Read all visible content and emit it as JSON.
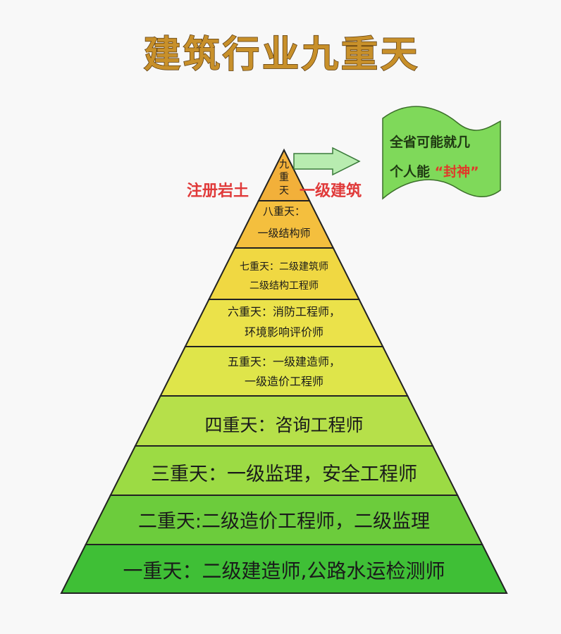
{
  "title": "建筑行业九重天",
  "side_labels": {
    "left": "注册岩土",
    "right": "一级建筑"
  },
  "flag": {
    "line1": "全省可能就几",
    "line2_prefix": "个人能 ",
    "line2_highlight": "“封神”"
  },
  "levels": [
    {
      "lines": [
        "九",
        "重",
        "天"
      ],
      "color": "#f2b03a"
    },
    {
      "lines": [
        "八重天：",
        "一级结构师"
      ],
      "color": "#f4bf3e"
    },
    {
      "lines": [
        "七重天：二级建筑师",
        "二级结构工程师"
      ],
      "color": "#f0d842"
    },
    {
      "lines": [
        "六重天：消防工程师，",
        "环境影响评价师"
      ],
      "color": "#ebe24a"
    },
    {
      "lines": [
        "五重天：一级建造师，",
        "一级造价工程师"
      ],
      "color": "#dfe54a"
    },
    {
      "lines": [
        "四重天：咨询工程师"
      ],
      "color": "#b6e04a"
    },
    {
      "lines": [
        "三重天：一级监理，安全工程师"
      ],
      "color": "#9cdb44"
    },
    {
      "lines": [
        "二重天:二级造价工程师，二级监理"
      ],
      "color": "#6ccc3c"
    },
    {
      "lines": [
        "一重天：二级建造师,公路水运检测师"
      ],
      "color": "#3fbf36"
    }
  ],
  "colors": {
    "flag": "#7fd95a",
    "arrow": "#b8ecb0",
    "outline": "#222222"
  }
}
